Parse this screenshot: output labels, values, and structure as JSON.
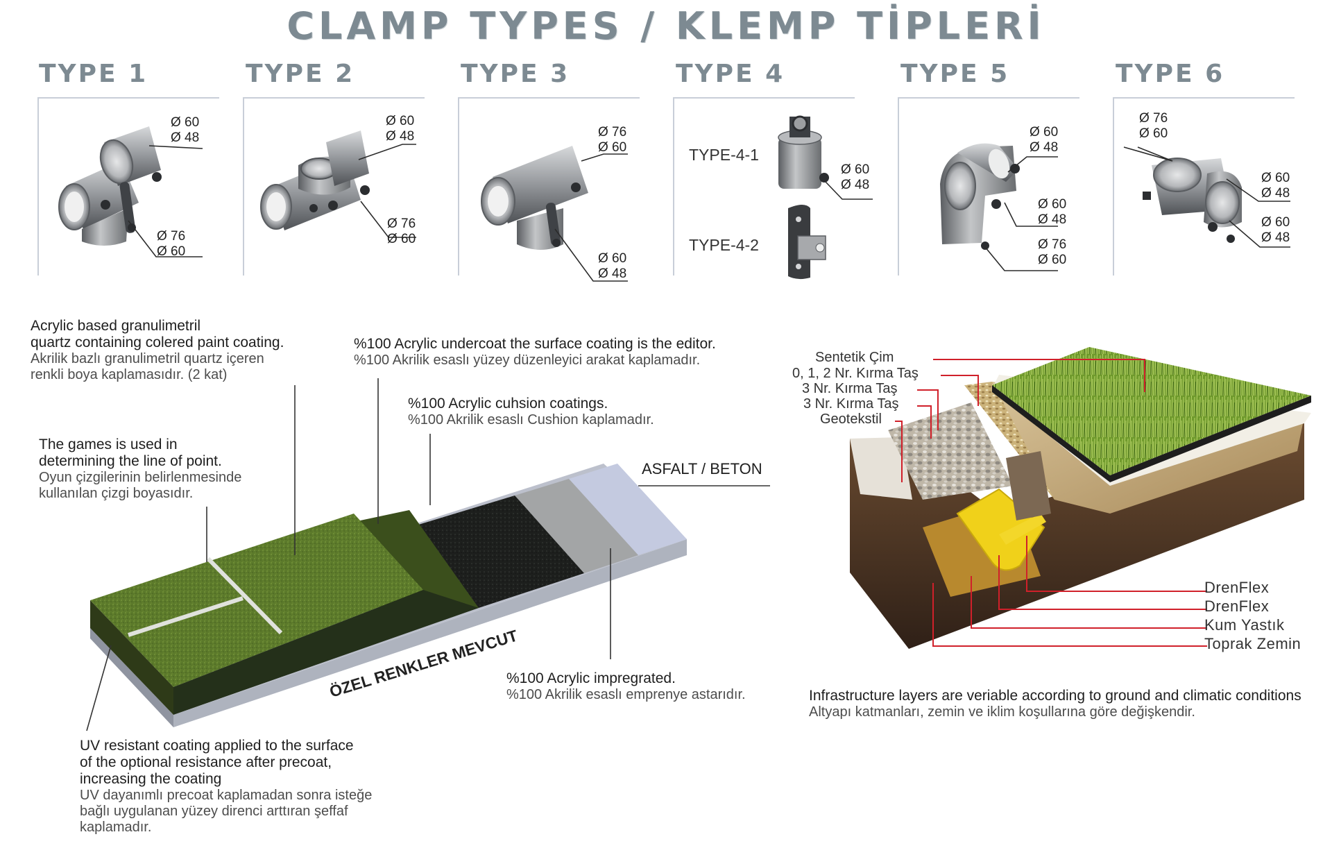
{
  "title": "CLAMP TYPES / KLEMP TİPLERİ",
  "types": [
    {
      "heading": "TYPE 1",
      "dims": [
        "Ø 60\nØ 48",
        "Ø 76\nØ 60"
      ]
    },
    {
      "heading": "TYPE 2",
      "dims": [
        "Ø 60\nØ 48",
        "Ø 76\nØ 60"
      ]
    },
    {
      "heading": "TYPE 3",
      "dims": [
        "Ø 76\nØ 60",
        "Ø 60\nØ 48"
      ]
    },
    {
      "heading": "TYPE 4",
      "sub": [
        "TYPE-4-1",
        "TYPE-4-2"
      ],
      "dims": [
        "Ø 60\nØ 48"
      ]
    },
    {
      "heading": "TYPE 5",
      "dims": [
        "Ø 60\nØ 48",
        "Ø 60\nØ 48",
        "Ø 76\nØ 60"
      ]
    },
    {
      "heading": "TYPE 6",
      "dims": [
        "Ø 76\nØ 60",
        "Ø 60\nØ 48",
        "Ø 60\nØ 48"
      ]
    }
  ],
  "court": {
    "notes": {
      "top_coat": {
        "en": "Acrylic based granulimetril\nquartz containing colered paint coating.",
        "tr": "Akrilik bazlı granulimetril quartz içeren\nrenkli boya kaplamasıdır. (2 kat)"
      },
      "undercoat": {
        "en": "%100 Acrylic undercoat the surface coating is the editor.",
        "tr": "%100 Akrilik esaslı yüzey düzenleyici arakat kaplamadır."
      },
      "cushion": {
        "en": "%100 Acrylic cuhsion coatings.",
        "tr": "%100 Akrilik esaslı Cushion kaplamadır."
      },
      "lines": {
        "en": "The games is used in\ndetermining the line of point.",
        "tr": "Oyun çizgilerinin belirlenmesinde\nkullanılan çizgi boyasıdır."
      },
      "impregnated": {
        "en": "%100 Acrylic impregrated.",
        "tr": "%100 Akrilik esaslı emprenye astarıdır."
      },
      "uv": {
        "en": "UV resistant coating applied to the surface\nof the optional resistance after precoat,\nincreasing the coating",
        "tr": "UV dayanımlı precoat kaplamadan sonra isteğe\nbağlı uygulanan yüzey direnci arttıran şeffaf\nkaplamadır."
      }
    },
    "base_label": "ASFALT / BETON",
    "side_label": "ÖZEL RENKLER MEVCUT"
  },
  "turf": {
    "left_labels": [
      "Sentetik Çim",
      "0, 1, 2 Nr. Kırma Taş",
      "3 Nr. Kırma Taş",
      "3 Nr. Kırma Taş",
      "Geotekstil"
    ],
    "right_labels": [
      "DrenFlex",
      "DrenFlex",
      "Kum Yastık",
      "Toprak Zemin"
    ],
    "caption_en": "Infrastructure layers are veriable according to ground and climatic conditions",
    "caption_tr": "Altyapı katmanları, zemin ve iklim koşullarına göre değişkendir."
  },
  "colors": {
    "heading": "#7d8a92",
    "leader_red": "#d0202a",
    "turf_green": "#4f7d1f",
    "court_green": "#56702a"
  }
}
